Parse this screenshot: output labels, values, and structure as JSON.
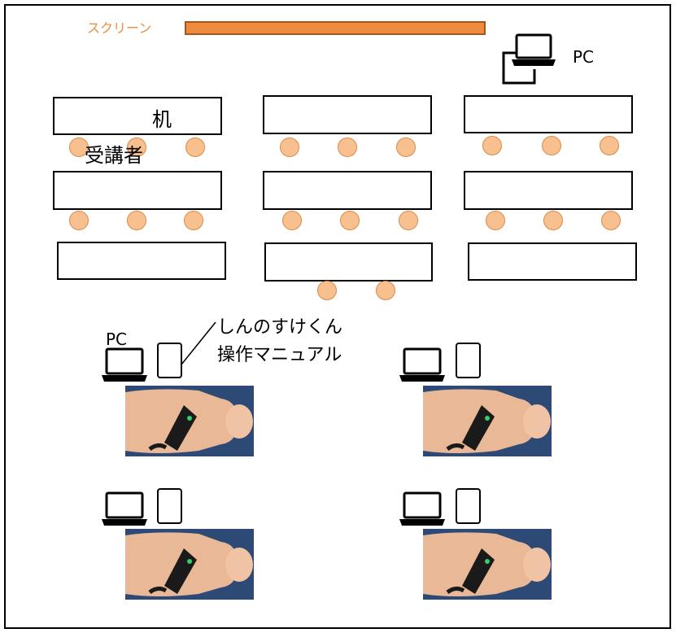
{
  "screen": {
    "label": "スクリーン",
    "color": "#ed8a3f"
  },
  "labels": {
    "pc_top": "PC",
    "desk": "机",
    "trainee": "受講者",
    "pc_left": "PC",
    "manual_line1": "しんのすけくん",
    "manual_line2": "操作マニュアル"
  },
  "colors": {
    "seat": "#f9c08f",
    "seat_border": "#d88a4a",
    "screen": "#ed8a3f"
  },
  "icons": [
    "laptop-icon",
    "tablet-icon",
    "manikin-image",
    "seat-circle"
  ]
}
